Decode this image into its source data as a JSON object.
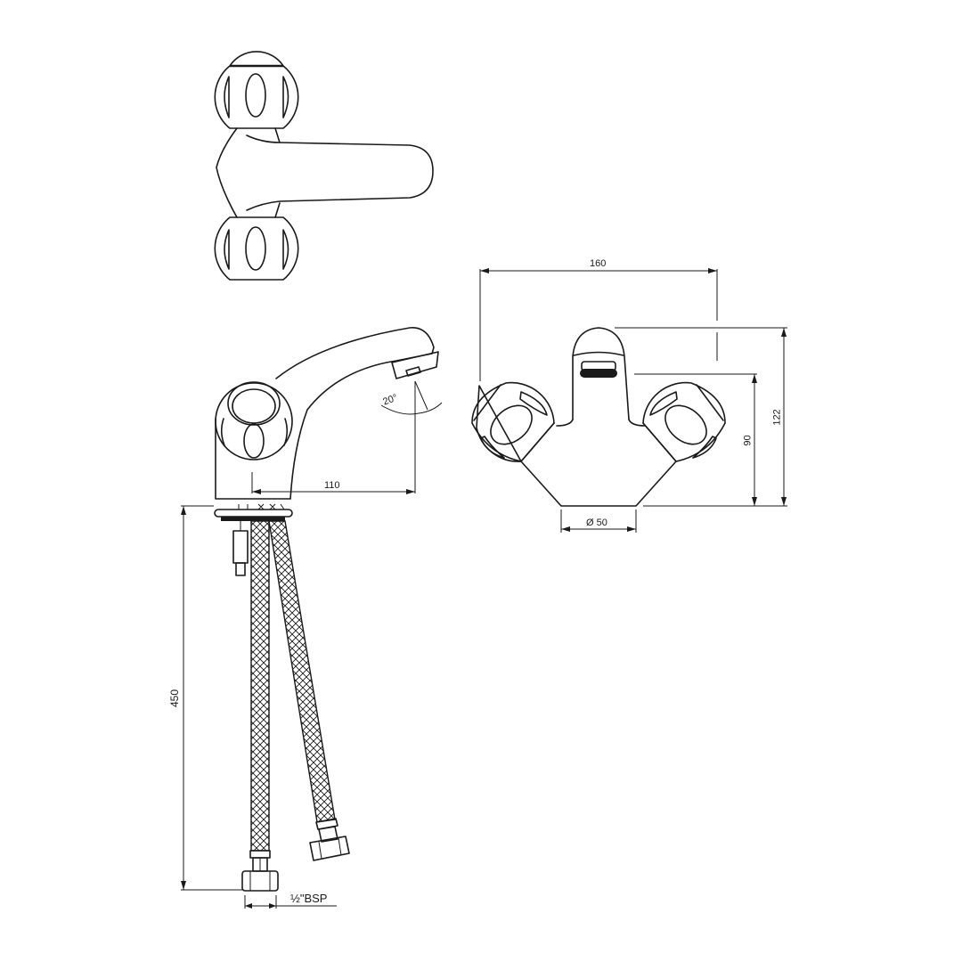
{
  "drawing": {
    "title": "Two-handle basin mixer technical drawing",
    "views": [
      "top-view",
      "side-view",
      "front-view"
    ],
    "stroke_color": "#1a1a1a",
    "background": "#ffffff"
  },
  "dimensions": {
    "overall_width": "160",
    "overall_height": "122",
    "spout_height": "90",
    "base_diameter": "Ø 50",
    "spout_reach": "110",
    "spout_angle": "20°",
    "hose_length": "450",
    "connection": "½\"BSP"
  }
}
